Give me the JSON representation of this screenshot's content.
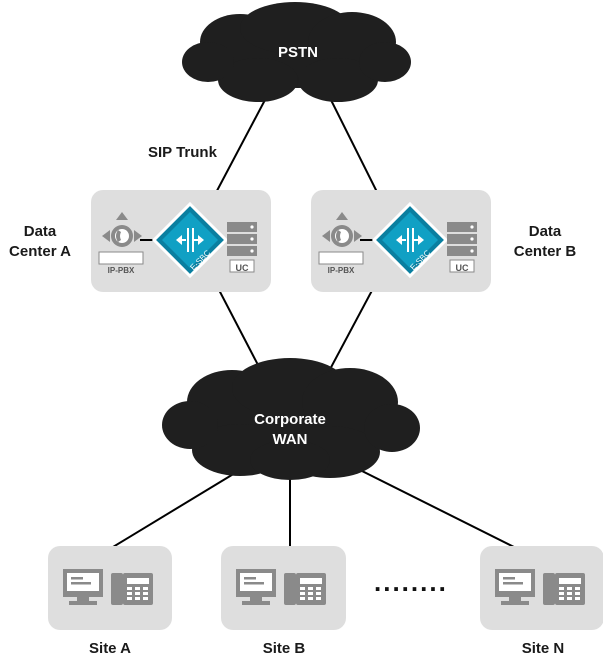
{
  "clouds": {
    "pstn": "PSTN",
    "wan_line1": "Corporate",
    "wan_line2": "WAN"
  },
  "links": {
    "sip_trunk": "SIP Trunk"
  },
  "data_centers": {
    "a_line1": "Data",
    "a_line2": "Center A",
    "b_line1": "Data",
    "b_line2": "Center B"
  },
  "device_tags": {
    "ip_pbx": "IP-PBX",
    "uc": "UC",
    "esbc": "E-SBC"
  },
  "sites": {
    "a": "Site A",
    "b": "Site B",
    "n": "Site N",
    "ellipsis": "........"
  },
  "colors": {
    "cloud": "#1f1f1f",
    "panel": "#dedede",
    "esbc": "#0a7fa0",
    "device_gray": "#8a8a8a",
    "line": "#000000"
  },
  "icons": {
    "ip_pbx": "pbx-phone-icon",
    "esbc": "esbc-diamond-icon",
    "uc": "server-stack-icon",
    "site_pc": "desktop-computer-icon",
    "site_phone": "desk-phone-icon"
  }
}
